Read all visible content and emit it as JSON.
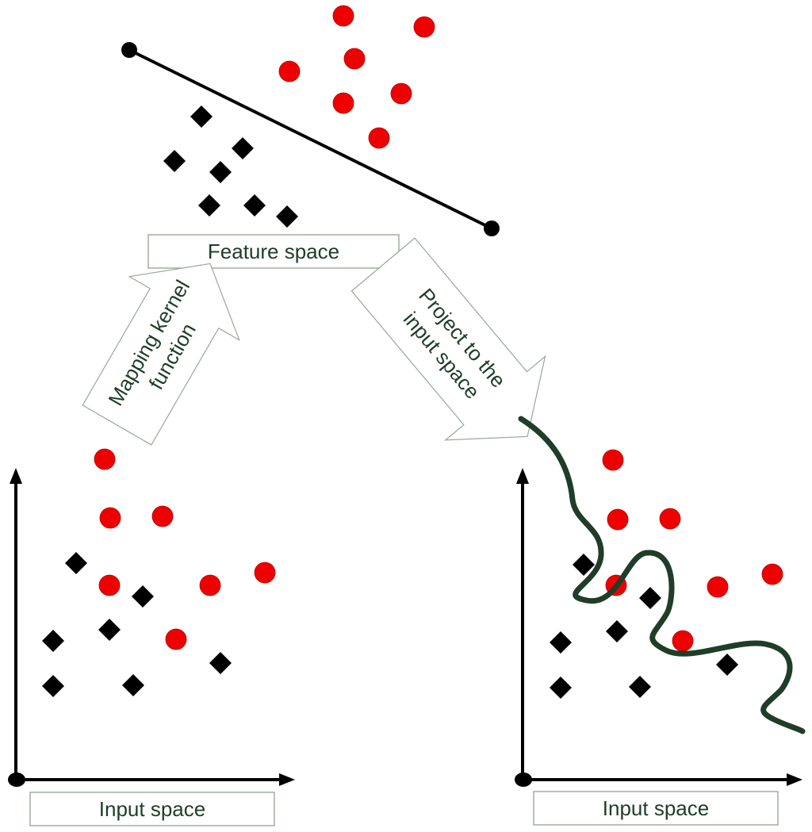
{
  "labels": {
    "feature_space": "Feature space",
    "input_space_left": "Input space",
    "input_space_right": "Input space",
    "mapping_arrow_line1": "Mapping kernel",
    "mapping_arrow_line2": "function",
    "project_arrow_line1": "Project to the",
    "project_arrow_line2": "input space"
  },
  "colors": {
    "circle_class": "#ee0000",
    "diamond_class": "#000000",
    "boundary_curve": "#1f3d28",
    "label_text": "#1f3d28"
  },
  "class_markers": {
    "circle": "red-circle",
    "diamond": "black-diamond"
  }
}
